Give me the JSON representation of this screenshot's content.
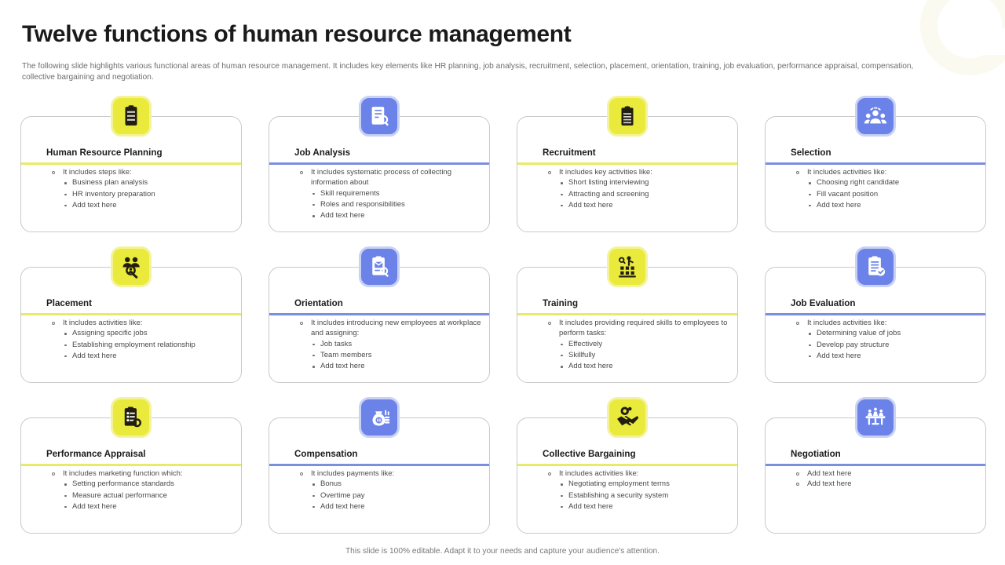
{
  "slide": {
    "title": "Twelve functions of human resource management",
    "subtitle": "The following slide highlights various functional areas of human resource management. It includes key elements like HR planning, job analysis, recruitment, selection, placement, orientation, training, job evaluation, performance appraisal, compensation, collective bargaining and negotiation.",
    "footer": "This slide is 100% editable. Adapt it to your needs and capture your audience's attention."
  },
  "colors": {
    "yellow_badge": "#e9ea3c",
    "yellow_badge_ring": "#f4f39c",
    "yellow_divider": "#e9ea6a",
    "blue_badge": "#6b82e8",
    "blue_badge_ring": "#c9d2f5",
    "blue_divider": "#7b8fe0",
    "card_border": "#c9c9c9",
    "title_text": "#1a1a1a",
    "body_text": "#4a4a4a",
    "subtitle_text": "#6d6d6d",
    "deco_ring": "#fbfaf0"
  },
  "cards": [
    {
      "title": "Human Resource Planning",
      "accent": "yellow",
      "icon": "clipboard-list-icon",
      "main": "It includes steps like:",
      "subs": [
        "Business plan analysis",
        "HR inventory preparation",
        "Add text here"
      ]
    },
    {
      "title": "Job Analysis",
      "accent": "blue",
      "icon": "clipboard-search-icon",
      "main": "It includes systematic process of collecting information about",
      "subs": [
        "Skill requirements",
        "Roles and responsibilities",
        "Add text here"
      ]
    },
    {
      "title": "Recruitment",
      "accent": "yellow",
      "icon": "clipboard-star-icon",
      "main": "It includes key activities like:",
      "subs": [
        "Short listing interviewing",
        "Attracting and screening",
        "Add text here"
      ]
    },
    {
      "title": "Selection",
      "accent": "blue",
      "icon": "group-people-icon",
      "main": "It includes activities like:",
      "subs": [
        "Choosing right candidate",
        "Fill vacant position",
        "Add text here"
      ]
    },
    {
      "title": "Placement",
      "accent": "yellow",
      "icon": "people-search-icon",
      "main": "It includes activities like:",
      "subs": [
        "Assigning specific jobs",
        "Establishing employment relationship",
        "Add text here"
      ]
    },
    {
      "title": "Orientation",
      "accent": "blue",
      "icon": "clipboard-envelope-search-icon",
      "main": "It includes introducing new employees at workplace and assigning:",
      "subs": [
        "Job tasks",
        "Team members",
        "Add text here"
      ]
    },
    {
      "title": "Training",
      "accent": "yellow",
      "icon": "training-presenter-icon",
      "main": "It includes providing required skills to employees to perform tasks:",
      "subs": [
        "Effectively",
        "Skillfully",
        "Add text here"
      ]
    },
    {
      "title": "Job Evaluation",
      "accent": "blue",
      "icon": "clipboard-check-icon",
      "main": "It includes activities like:",
      "subs": [
        "Determining value of jobs",
        "Develop pay structure",
        "Add text here"
      ]
    },
    {
      "title": "Performance Appraisal",
      "accent": "yellow",
      "icon": "clipboard-gear-icon",
      "main": "It includes marketing function which:",
      "subs": [
        "Setting performance standards",
        "Measure actual performance",
        "Add text here"
      ]
    },
    {
      "title": "Compensation",
      "accent": "blue",
      "icon": "money-bag-icon",
      "main": "It includes payments like:",
      "subs": [
        "Bonus",
        "Overtime pay",
        "Add text here"
      ]
    },
    {
      "title": "Collective Bargaining",
      "accent": "yellow",
      "icon": "handshake-gear-icon",
      "main": "It includes activities like:",
      "subs": [
        "Negotiating employment terms",
        "Establishing a security system",
        "Add text here"
      ]
    },
    {
      "title": "Negotiation",
      "accent": "blue",
      "icon": "meeting-table-icon",
      "mains": [
        "Add text here",
        "Add text here"
      ],
      "subs": []
    }
  ]
}
